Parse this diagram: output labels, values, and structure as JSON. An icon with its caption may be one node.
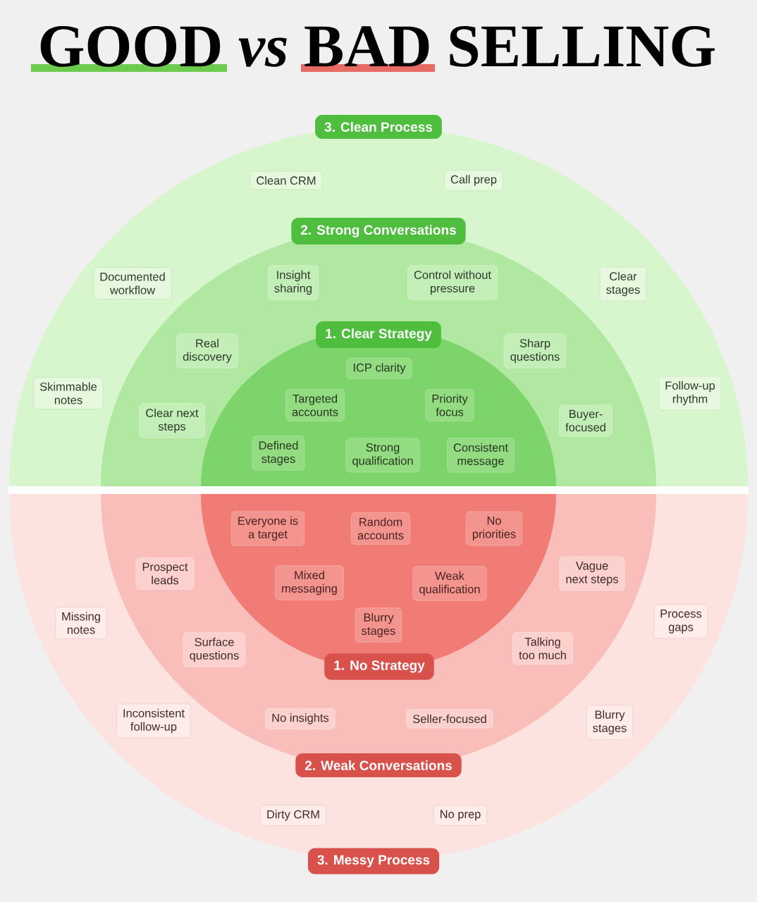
{
  "diagram": {
    "title": "GOOD *vs* BAD SELLING",
    "nodes": [
      {
        "text": [
          "3. Clean Process"
        ]
      },
      {
        "text": [
          "Clean CRM"
        ],
        "in": 0
      },
      {
        "text": [
          "Call prep"
        ],
        "in": 0
      },
      {
        "text": [
          "Documented workflow"
        ],
        "in": 0
      },
      {
        "text": [
          "Clear stages"
        ],
        "in": 0
      },
      {
        "text": [
          "Skimmable notes"
        ],
        "in": 0
      },
      {
        "text": [
          "Follow-up rhythm"
        ],
        "in": 0
      },
      {
        "text": [
          "2. Strong Conversations"
        ],
        "in": 0
      },
      {
        "text": [
          "Insight sharing"
        ],
        "in": 7
      },
      {
        "text": [
          "Control without pressure"
        ],
        "in": 7
      },
      {
        "text": [
          "Real discovery"
        ],
        "in": 7
      },
      {
        "text": [
          "Sharp questions"
        ],
        "in": 7
      },
      {
        "text": [
          "Clear next steps"
        ],
        "in": 7
      },
      {
        "text": [
          "Buyer-focused"
        ],
        "in": 7
      },
      {
        "text": [
          "1. Clear Strategy"
        ],
        "in": 7
      },
      {
        "text": [
          "ICP clarity"
        ],
        "in": 14
      },
      {
        "text": [
          "Targeted accounts"
        ],
        "in": 14
      },
      {
        "text": [
          "Priority focus"
        ],
        "in": 14
      },
      {
        "text": [
          "Defined stages"
        ],
        "in": 14
      },
      {
        "text": [
          "Strong qualification"
        ],
        "in": 14
      },
      {
        "text": [
          "Consistent message"
        ],
        "in": 14
      },
      {
        "text": [
          "3. Messy Process"
        ]
      },
      {
        "text": [
          "Missing notes"
        ],
        "in": 21
      },
      {
        "text": [
          "Process gaps"
        ],
        "in": 21
      },
      {
        "text": [
          "Inconsistent follow-up"
        ],
        "in": 21
      },
      {
        "text": [
          "Blurry stages"
        ],
        "in": 21
      },
      {
        "text": [
          "Dirty CRM"
        ],
        "in": 21
      },
      {
        "text": [
          "No prep"
        ],
        "in": 21
      },
      {
        "text": [
          "2. Weak Conversations"
        ],
        "in": 21
      },
      {
        "text": [
          "Prospect leads"
        ],
        "in": 28
      },
      {
        "text": [
          "Vague next steps"
        ],
        "in": 28
      },
      {
        "text": [
          "Surface questions"
        ],
        "in": 28
      },
      {
        "text": [
          "Talking too much"
        ],
        "in": 28
      },
      {
        "text": [
          "No insights"
        ],
        "in": 28
      },
      {
        "text": [
          "Seller-focused"
        ],
        "in": 28
      },
      {
        "text": [
          "1. No Strategy"
        ],
        "in": 28
      },
      {
        "text": [
          "Everyone is a target"
        ],
        "in": 35
      },
      {
        "text": [
          "Random accounts"
        ],
        "in": 35
      },
      {
        "text": [
          "No priorities"
        ],
        "in": 35
      },
      {
        "text": [
          "Mixed messaging"
        ],
        "in": 35
      },
      {
        "text": [
          "Weak qualification"
        ],
        "in": 35
      },
      {
        "text": [
          "Blurry stages"
        ],
        "in": 35
      }
    ]
  }
}
